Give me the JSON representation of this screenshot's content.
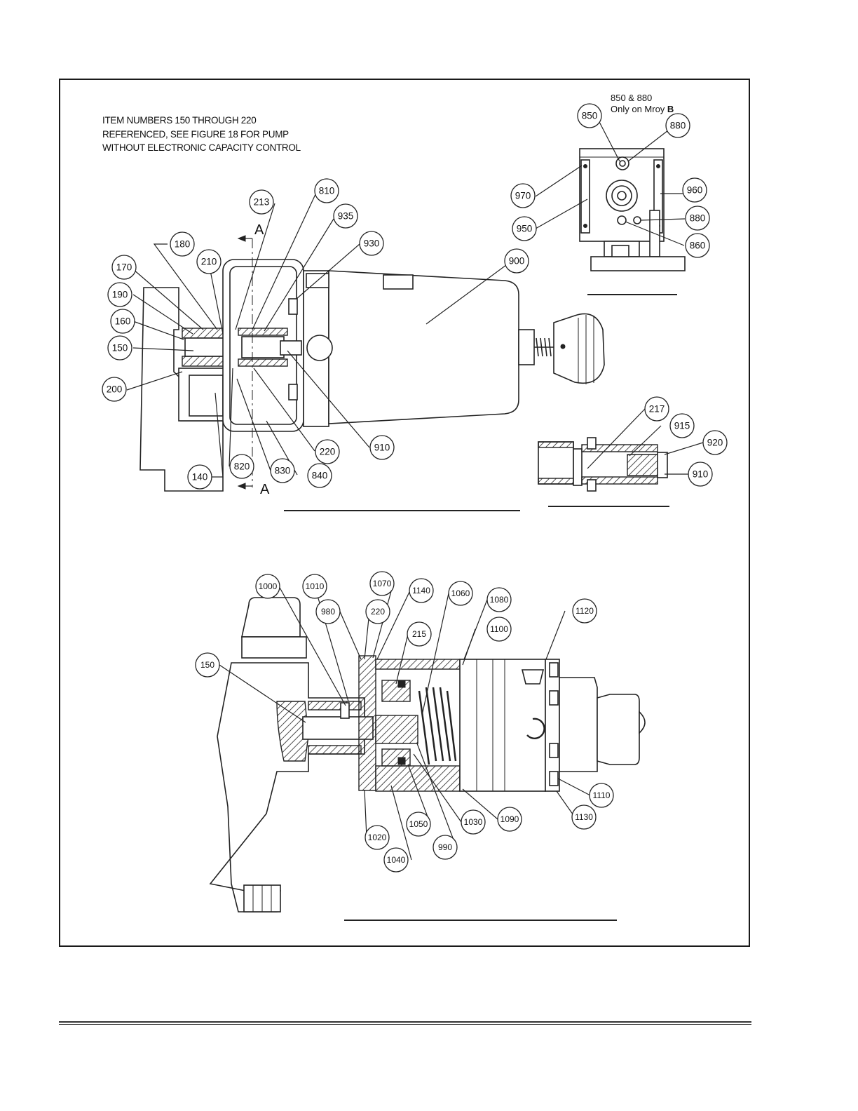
{
  "note_lines": [
    "ITEM NUMBERS 150 THROUGH 220",
    "REFERENCED, SEE FIGURE 18 FOR PUMP",
    "WITHOUT ELECTRONIC CAPACITY CONTROL"
  ],
  "annotation": {
    "line1": "850 & 880",
    "line2": "Only on Mroy ",
    "line2_bold": "B"
  },
  "section_marker": "A",
  "callouts": {
    "c850": "850",
    "c880a": "880",
    "c970": "970",
    "c960": "960",
    "c950": "950",
    "c880b": "880",
    "c860": "860",
    "c810": "810",
    "c213": "213",
    "c935": "935",
    "c930": "930",
    "c180": "180",
    "c210": "210",
    "c170": "170",
    "c900": "900",
    "c190": "190",
    "c160": "160",
    "c150": "150",
    "c200": "200",
    "c910a": "910",
    "c220": "220",
    "c820": "820",
    "c830": "830",
    "c840": "840",
    "c140": "140",
    "c217": "217",
    "c915": "915",
    "c920": "920",
    "c910b": "910",
    "c1000": "1000",
    "c1010": "1010",
    "c1070": "1070",
    "c1140": "1140",
    "c1060": "1060",
    "c1080": "1080",
    "c1120": "1120",
    "c980": "980",
    "c220b": "220",
    "c215": "215",
    "c1100": "1100",
    "c150b": "150",
    "c1110": "1110",
    "c1130": "1130",
    "c1020": "1020",
    "c1050": "1050",
    "c1030": "1030",
    "c1090": "1090",
    "c990": "990",
    "c1040": "1040"
  }
}
